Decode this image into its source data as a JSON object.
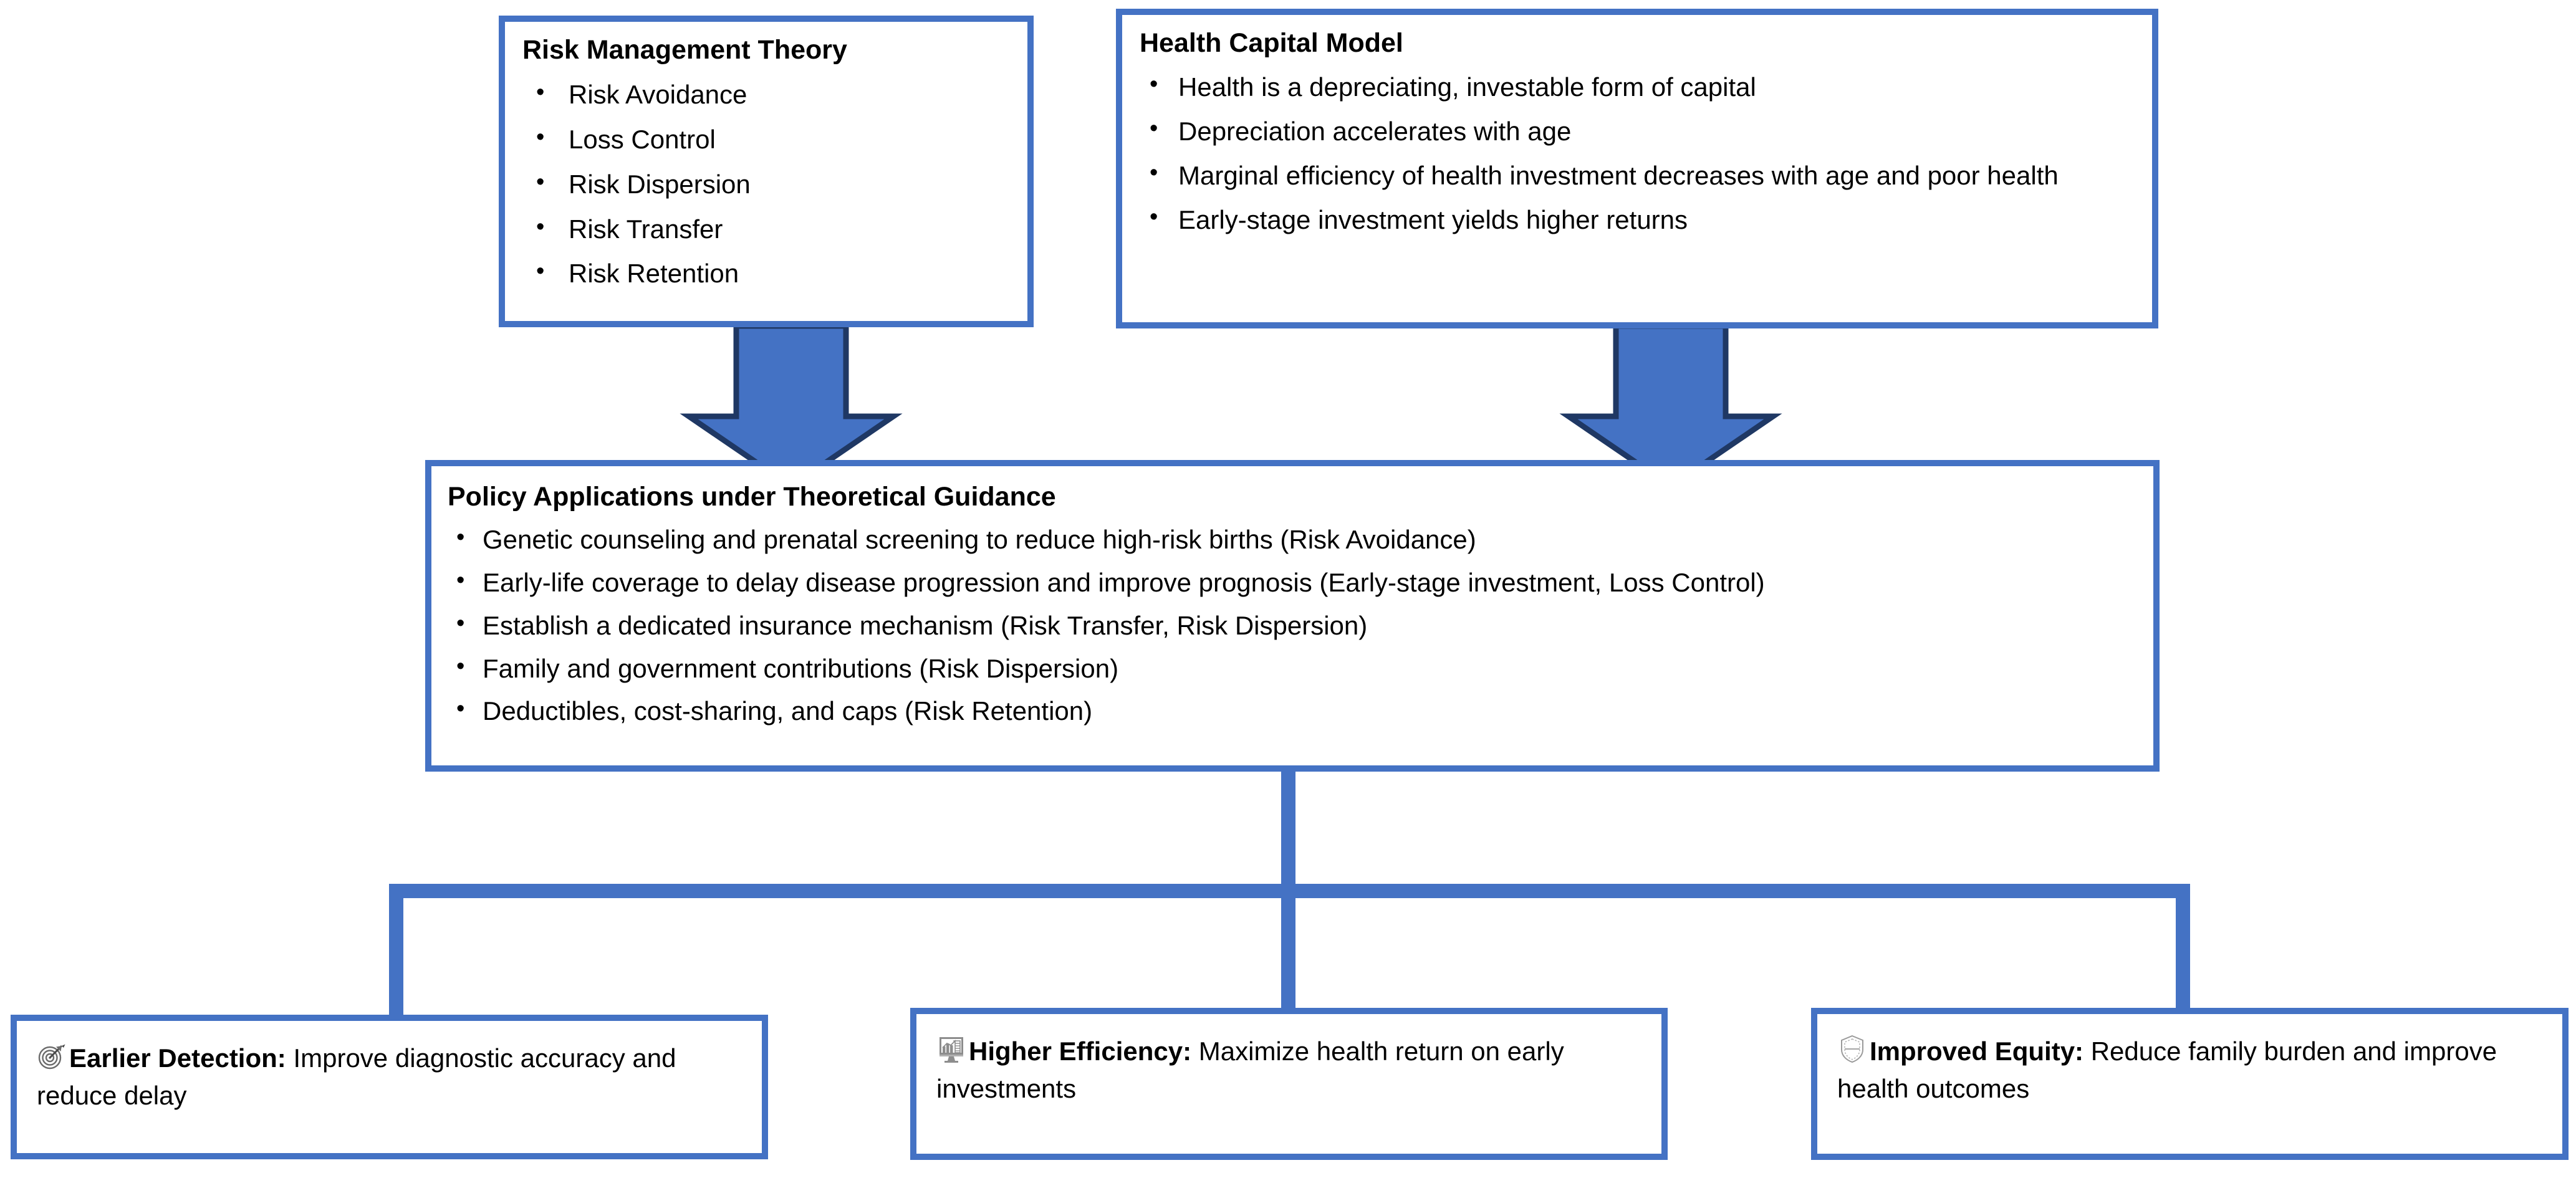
{
  "diagram": {
    "title": "Policy Applications under Theoretical Guidance framework",
    "accent_color": "#4472c4",
    "arrow_outline_color": "#1f3864",
    "background_color": "#ffffff",
    "text_color": "#000000"
  },
  "theory_boxes": [
    {
      "id": "risk-management-theory",
      "title": "Risk Management Theory",
      "bullets": [
        "Risk Avoidance",
        "Loss Control",
        "Risk Dispersion",
        "Risk Transfer",
        "Risk Retention"
      ]
    },
    {
      "id": "health-capital-model",
      "title": "Health Capital Model",
      "bullets": [
        "Health is a depreciating, investable form of capital",
        "Depreciation accelerates with age",
        "Marginal efficiency of health investment decreases with age and poor health",
        "Early-stage investment yields higher returns"
      ]
    }
  ],
  "policy_box": {
    "id": "policy-applications",
    "title": "Policy Applications under Theoretical Guidance",
    "bullets": [
      "Genetic counseling and prenatal screening to reduce high-risk births (Risk Avoidance)",
      "Early-life coverage to delay disease progression and improve prognosis (Early-stage investment, Loss Control)",
      "Establish a dedicated insurance mechanism (Risk Transfer, Risk Dispersion)",
      "Family and government contributions (Risk Dispersion)",
      "Deductibles, cost-sharing, and caps  (Risk Retention)"
    ]
  },
  "outcome_boxes": [
    {
      "id": "earlier-detection",
      "icon": "target-dartboard-icon",
      "lead": "Earlier Detection:",
      "body": " Improve diagnostic accuracy and reduce delay"
    },
    {
      "id": "higher-efficiency",
      "icon": "bar-chart-presentation-icon",
      "lead": "Higher Efficiency:",
      "body": " Maximize health return on early investments"
    },
    {
      "id": "improved-equity",
      "icon": "shield-icon",
      "lead": "Improved Equity:",
      "body": " Reduce family burden and improve health outcomes"
    }
  ],
  "connectors": [
    {
      "id": "risk-management-to-policy",
      "type": "block-arrow-down"
    },
    {
      "id": "health-capital-to-policy",
      "type": "block-arrow-down"
    },
    {
      "id": "policy-to-outcomes",
      "type": "bus-split-three-arrows-down"
    }
  ]
}
